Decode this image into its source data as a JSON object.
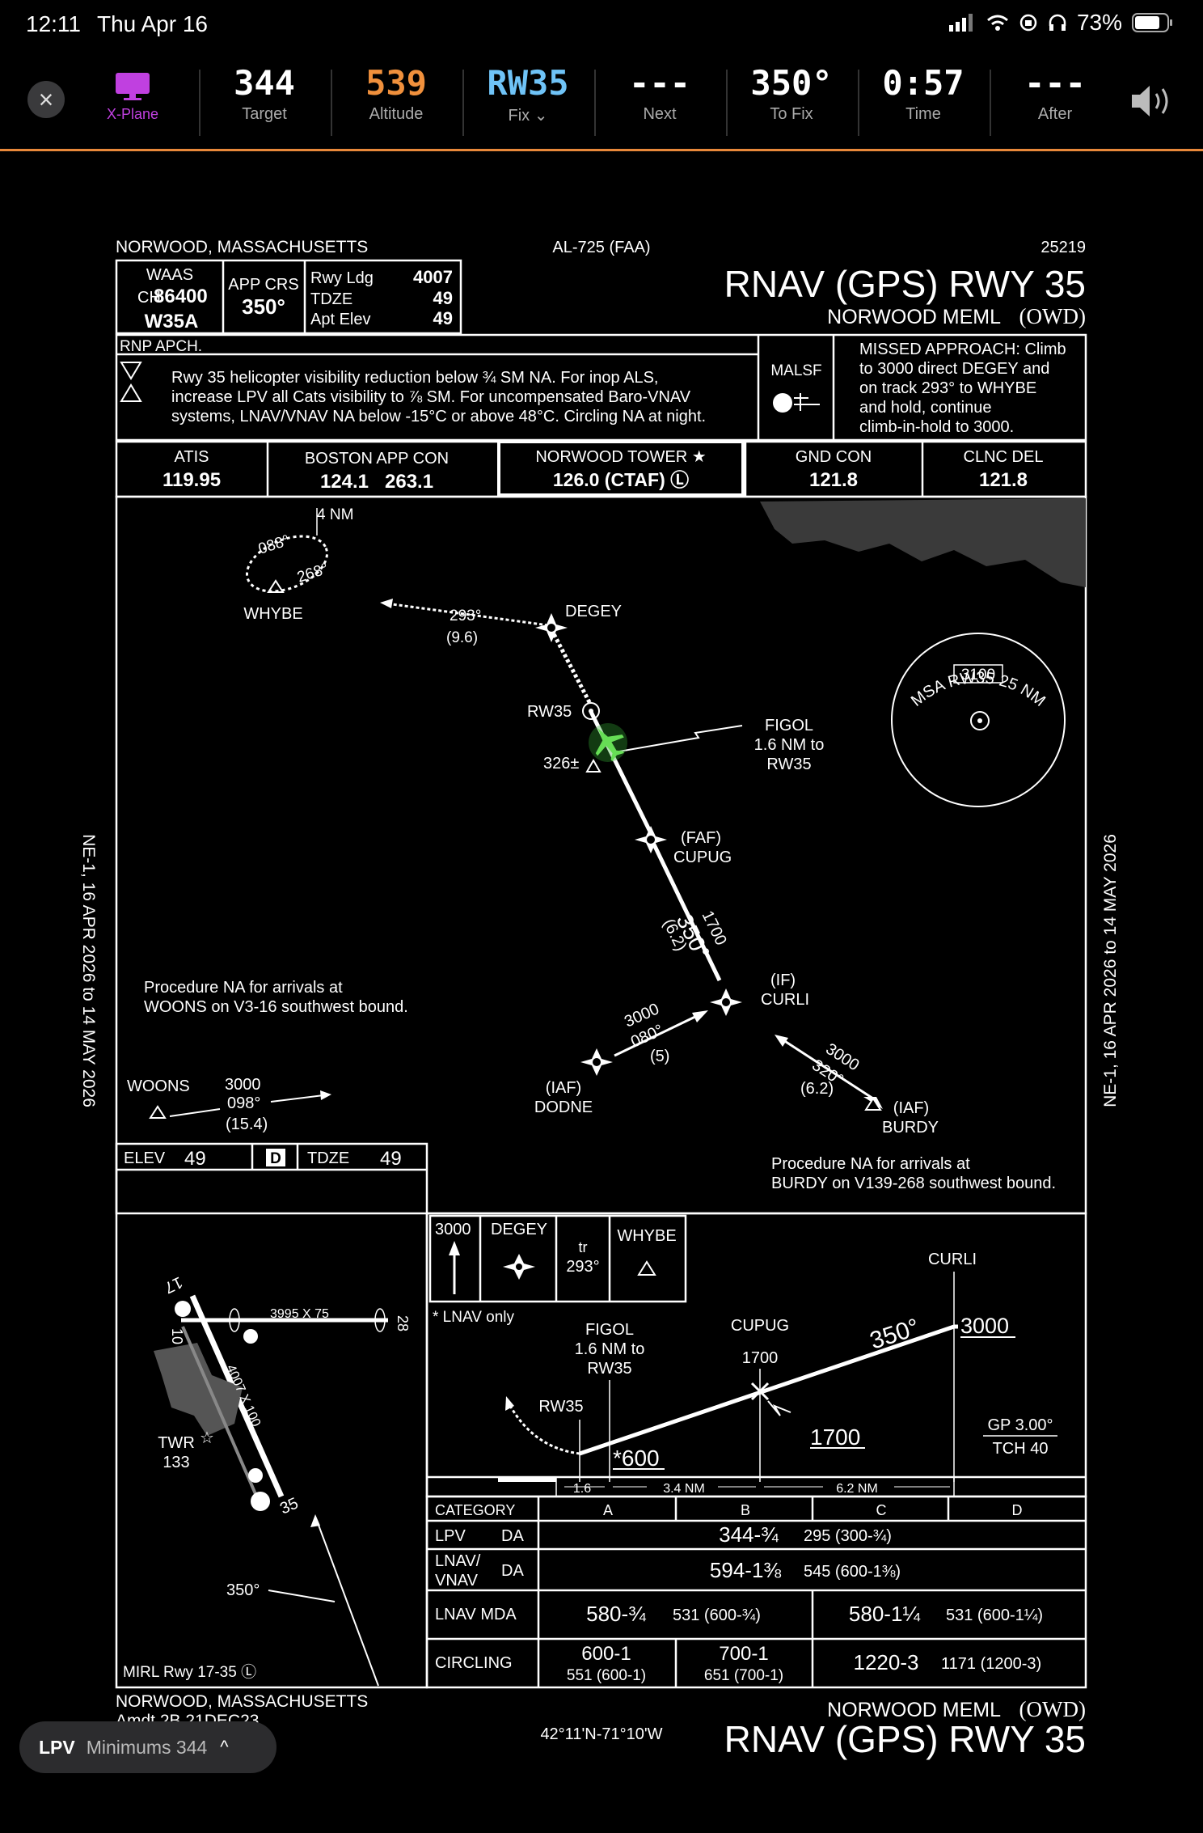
{
  "status_bar": {
    "time": "12:11",
    "date": "Thu Apr 16",
    "battery": "73%"
  },
  "topbar": {
    "sim_label": "X-Plane",
    "fields": [
      {
        "value": "344",
        "label": "Target",
        "color": "#ffffff"
      },
      {
        "value": "539",
        "label": "Altitude",
        "color": "#f0903c"
      },
      {
        "value": "RW35",
        "label": "Fix ⌄",
        "color": "#6fc3f7"
      },
      {
        "value": "---",
        "label": "Next",
        "color": "#ffffff"
      },
      {
        "value": "350°",
        "label": "To Fix",
        "color": "#ffffff"
      },
      {
        "value": "0:57",
        "label": "Time",
        "color": "#ffffff"
      },
      {
        "value": "---",
        "label": "After",
        "color": "#ffffff"
      }
    ]
  },
  "chart": {
    "header": {
      "location": "NORWOOD, MASSACHUSETTS",
      "al_number": "AL-725 (FAA)",
      "amdt": "25219",
      "title": "RNAV (GPS) RWY 35",
      "airport": "NORWOOD MEML",
      "airport_id": "(OWD)"
    },
    "waas": {
      "l1": "WAAS",
      "l2a": "CH",
      "l2b": "86400",
      "l3": "W35A"
    },
    "app_crs": {
      "l1": "APP CRS",
      "l2": "350°"
    },
    "rwy": {
      "ldg_l": "Rwy Ldg",
      "ldg_v": "4007",
      "tdze_l": "TDZE",
      "tdze_v": "49",
      "elev_l": "Apt Elev",
      "elev_v": "49"
    },
    "rnp": "RNP APCH.",
    "notes": [
      "Rwy 35 helicopter visibility reduction below ¾ SM NA.  For inop ALS,",
      "increase LPV all Cats visibility to ⅞ SM.  For uncompensated Baro-VNAV",
      "systems, LNAV/VNAV NA below -15°C or above 48°C.  Circling NA at night."
    ],
    "malsf": "MALSF",
    "missed": [
      "MISSED APPROACH: Climb",
      "to 3000 direct DEGEY and",
      "on track 293° to WHYBE",
      "and hold, continue",
      "climb-in-hold to 3000."
    ],
    "comms": [
      {
        "name": "ATIS",
        "freq": "119.95"
      },
      {
        "name": "BOSTON APP CON",
        "freq": "124.1   263.1"
      },
      {
        "name": "NORWOOD TOWER ★",
        "freq": "126.0 (CTAF) Ⓛ"
      },
      {
        "name": "GND CON",
        "freq": "121.8"
      },
      {
        "name": "CLNC DEL",
        "freq": "121.8"
      }
    ],
    "plan": {
      "hold_nm": "4 NM",
      "hold_in": "088°",
      "hold_out": "268°",
      "whybe": "WHYBE",
      "leg_293": "293°",
      "leg_293_d": "(9.6)",
      "degey": "DEGEY",
      "rw35": "RW35",
      "obst": "326±",
      "figol": [
        "FIGOL",
        "1.6 NM to",
        "RW35"
      ],
      "faf": "(FAF)",
      "cupug": "CUPUG",
      "final_alt": "1700",
      "final_crs": "350°",
      "final_d": "(6.2)",
      "if": "(IF)",
      "curli": "CURLI",
      "dodne_alt": "3000",
      "dodne_crs": "080°",
      "dodne_d": "(5)",
      "iaf1": "(IAF)",
      "dodne": "DODNE",
      "burdy_alt": "3000",
      "burdy_crs": "320°",
      "burdy_d": "(6.2)",
      "iaf2": "(IAF)",
      "burdy": "BURDY",
      "woons": "WOONS",
      "woons_alt": "3000",
      "woons_crs": "098°",
      "woons_d": "(15.4)",
      "na_woons": [
        "Procedure NA for arrivals at",
        "WOONS on V3-16 southwest bound."
      ],
      "na_burdy": [
        "Procedure NA for arrivals at",
        "BURDY on V139-268 southwest bound."
      ],
      "msa_label": "MSA RW35 25 NM",
      "msa_alt": "3100"
    },
    "side_text": "NE-1,  16 APR 2026  to  14 MAY 2026",
    "airport_diag": {
      "elev_l": "ELEV",
      "elev_v": "49",
      "d": "D",
      "tdze_l": "TDZE",
      "tdze_v": "49",
      "rwy10": "10",
      "rwy28": "28",
      "rwy17": "17",
      "rwy35": "35",
      "rw1": "3995 X 75",
      "rw2": "4007 X 100",
      "twr": "TWR",
      "twr_elev": "133",
      "crs": "350°",
      "mirl": "MIRL Rwy 17-35 Ⓛ"
    },
    "mabox": {
      "alt": "3000",
      "fix": "DEGEY",
      "tr1": "tr",
      "tr2": "293°",
      "hold": "WHYBE"
    },
    "profile": {
      "lnav_only": "* LNAV only",
      "figol": [
        "FIGOL",
        "1.6 NM to",
        "RW35"
      ],
      "rw35": "RW35",
      "cupug": "CUPUG",
      "cupug_alt": "1700",
      "curli": "CURLI",
      "curli_alt": "3000",
      "crs": "350°",
      "alt1700": "1700",
      "alt600": "*600",
      "gp": "GP 3.00°",
      "tch": "TCH 40",
      "d1": "1.6",
      "d2": "3.4 NM",
      "d3": "6.2 NM"
    },
    "minimums": {
      "headers": [
        "CATEGORY",
        "A",
        "B",
        "C",
        "D"
      ],
      "lpv": {
        "label": "LPV",
        "type": "DA",
        "main": "344-¾",
        "sub": "295 (300-¾)"
      },
      "lnavvnav": {
        "label1": "LNAV/",
        "label2": "VNAV",
        "type": "DA",
        "main": "594-1⅜",
        "sub": "545 (600-1⅜)"
      },
      "lnav": {
        "label": "LNAV MDA",
        "ab_main": "580-¾",
        "ab_sub": "531 (600-¾)",
        "cd_main": "580-1¼",
        "cd_sub": "531 (600-1¼)"
      },
      "circling": {
        "label": "CIRCLING",
        "a_main": "600-1",
        "a_sub": "551 (600-1)",
        "b_main": "700-1",
        "b_sub": "651 (700-1)",
        "cd_main": "1220-3",
        "cd_sub": "1171 (1200-3)"
      }
    },
    "footer": {
      "location": "NORWOOD, MASSACHUSETTS",
      "cut": "Amdt 2B  21DEC23",
      "coords": "42°11'N-71°10'W",
      "airport": "NORWOOD MEML",
      "airport_id": "(OWD)",
      "title": "RNAV (GPS) RWY 35"
    }
  },
  "lpv_pill": {
    "label": "LPV",
    "text": "Minimums 344",
    "chevron": "^"
  }
}
